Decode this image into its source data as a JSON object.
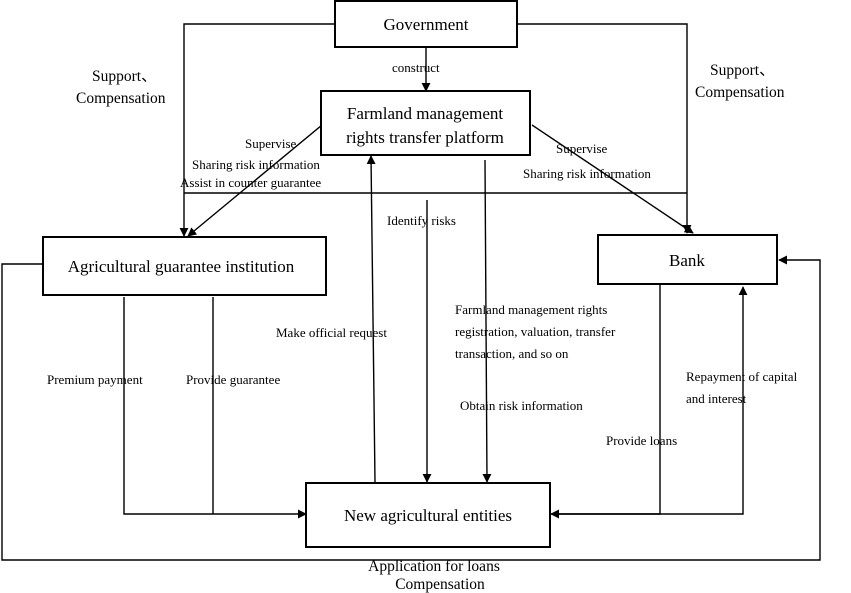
{
  "nodes": {
    "government": "Government",
    "platform_line1": "Farmland management",
    "platform_line2": "rights transfer platform",
    "guarantee": "Agricultural guarantee institution",
    "bank": "Bank",
    "entities": "New agricultural entities"
  },
  "edges": {
    "construct": "construct",
    "support_left_1": "Support、",
    "support_left_2": "Compensation",
    "support_right_1": "Support、",
    "support_right_2": "Compensation",
    "supervise_left": "Supervise",
    "sharing_left": "Sharing risk information",
    "assist_counter": "Assist in counter guarantee",
    "supervise_right": "Supervise",
    "sharing_right": "Sharing risk information",
    "identify_risks": "Identify risks",
    "make_request": "Make official request",
    "farmland_1": "Farmland management rights",
    "farmland_2": "registration, valuation, transfer",
    "farmland_3": "transaction, and so on",
    "obtain_risk": "Obtain risk information",
    "premium": "Premium payment",
    "provide_guarantee": "Provide guarantee",
    "repayment_1": "Repayment of capital",
    "repayment_2": "and interest",
    "provide_loans": "Provide loans",
    "application_loans": "Application for loans",
    "compensation_bottom": "Compensation"
  }
}
